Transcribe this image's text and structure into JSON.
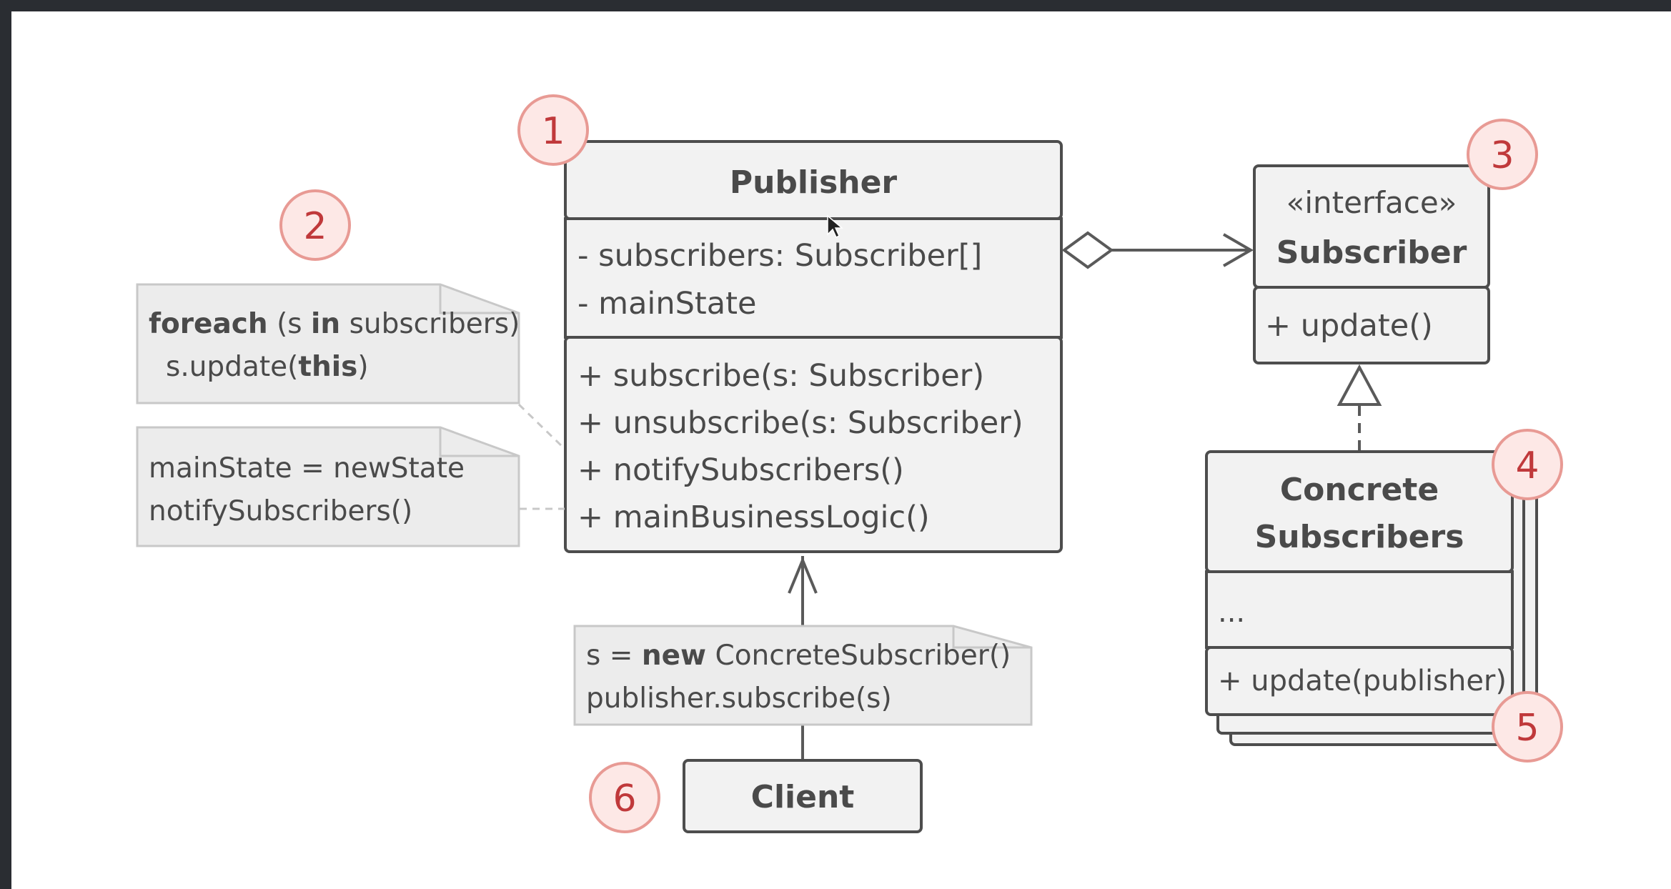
{
  "diagram": {
    "publisher": {
      "title": "Publisher",
      "fields": [
        "- subscribers: Subscriber[]",
        "- mainState"
      ],
      "methods": [
        "+ subscribe(s: Subscriber)",
        "+ unsubscribe(s: Subscriber)",
        "+ notifySubscribers()",
        "+ mainBusinessLogic()"
      ]
    },
    "subscriber": {
      "stereotype": "«interface»",
      "title": "Subscriber",
      "methods": [
        "+ update()"
      ]
    },
    "concrete": {
      "title_line1": "Concrete",
      "title_line2": "Subscribers",
      "fields": [
        "..."
      ],
      "methods": [
        "+ update(publisher)"
      ]
    },
    "client": {
      "title": "Client"
    },
    "notes": {
      "foreach": {
        "kw_foreach": "foreach",
        "part1": "(s",
        "kw_in": "in",
        "part2": "subscribers)",
        "line2_prefix": "s.update(",
        "kw_this": "this",
        "line2_suffix": ")"
      },
      "state": {
        "line1": "mainState = newState",
        "line2": "notifySubscribers()"
      },
      "client": {
        "line1_prefix": "s =",
        "kw_new": "new",
        "line1_suffix": "ConcreteSubscriber()",
        "line2": "publisher.subscribe(s)"
      }
    },
    "badges": [
      "1",
      "2",
      "3",
      "4",
      "5",
      "6"
    ]
  },
  "colors": {
    "frame": "#2a2d32",
    "canvas": "#ffffff",
    "box_fill": "#f2f2f2",
    "box_stroke": "#4d4d4d",
    "text": "#4a4a4a",
    "note_fill": "#ececec",
    "note_stroke": "#c8c8c8",
    "badge_fill": "#fde8e6",
    "badge_stroke": "#e89a94",
    "badge_text": "#c0393b"
  }
}
